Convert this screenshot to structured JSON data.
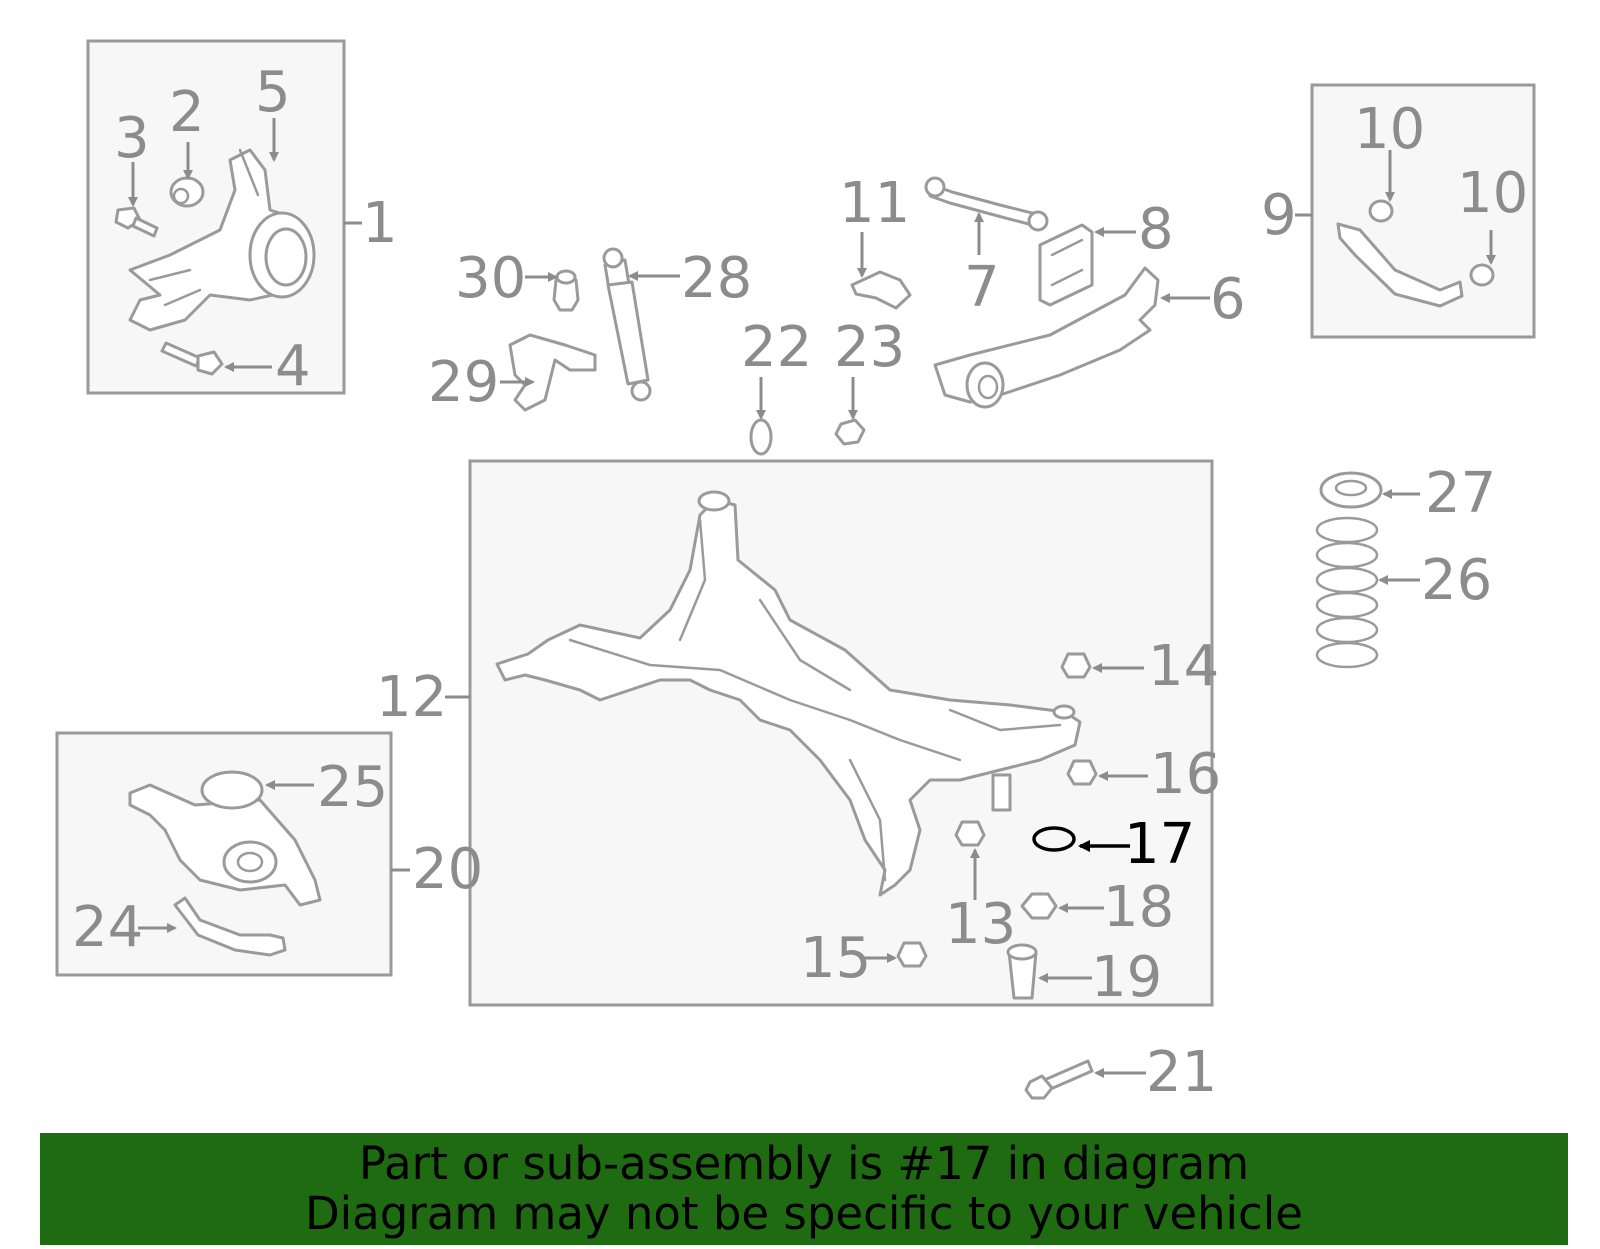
{
  "callouts": {
    "c1": "1",
    "c2": "2",
    "c3": "3",
    "c4": "4",
    "c5": "5",
    "c6": "6",
    "c7": "7",
    "c8": "8",
    "c9": "9",
    "c10a": "10",
    "c10b": "10",
    "c11": "11",
    "c12": "12",
    "c13": "13",
    "c14": "14",
    "c15": "15",
    "c16": "16",
    "c17": "17",
    "c18": "18",
    "c19": "19",
    "c20": "20",
    "c21": "21",
    "c22": "22",
    "c23": "23",
    "c24": "24",
    "c25": "25",
    "c26": "26",
    "c27": "27",
    "c28": "28",
    "c29": "29",
    "c30": "30"
  },
  "highlighted_part": "17",
  "colors": {
    "banner": "#1f6b12",
    "line": "#9a9a9a",
    "highlight": "#000000"
  },
  "banner": {
    "line1": "Part or sub-assembly is #17 in diagram",
    "line2": "Diagram may not be specific to your vehicle"
  }
}
